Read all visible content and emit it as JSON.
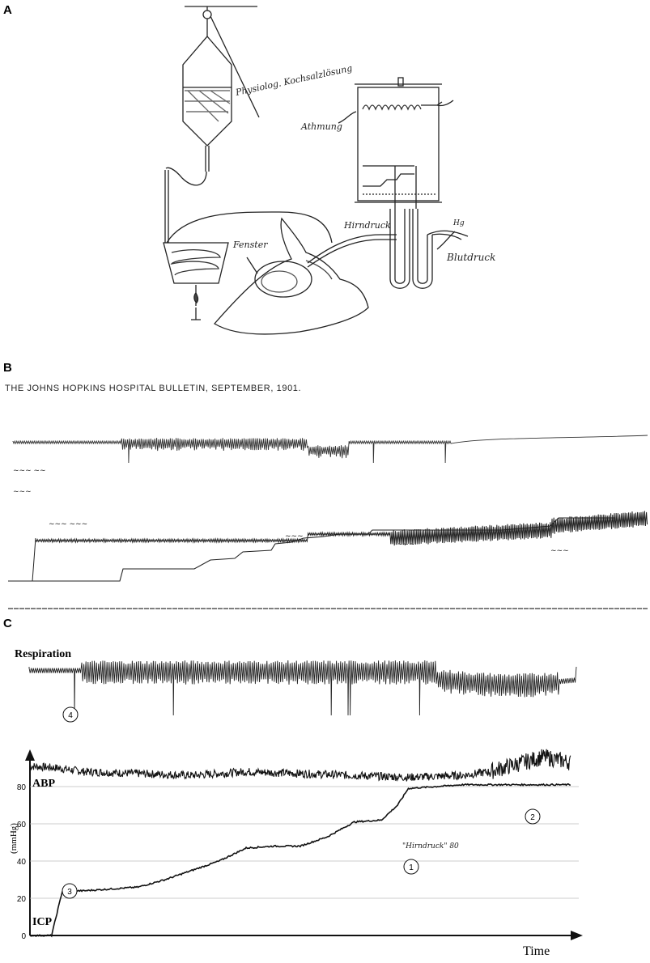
{
  "panels": {
    "a": "A",
    "b": "B",
    "c": "C"
  },
  "panel_a": {
    "labels": {
      "solution": "Physiolog. Kochsalzlösung",
      "window": "Fenster",
      "respiration": "Athmung",
      "brain_pressure": "Hirndruck",
      "blood_pressure": "Blutdruck",
      "hg": "Hg"
    }
  },
  "panel_b": {
    "header": "THE JOHNS HOPKINS HOSPITAL BULLETIN, SEPTEMBER, 1901."
  },
  "panel_c": {
    "respiration_label": "Respiration",
    "abp_label": "ABP",
    "icp_label": "ICP",
    "y_unit": "(mmHg)",
    "x_label": "Time",
    "markers": [
      "1",
      "2",
      "3",
      "4"
    ]
  },
  "chart_data": {
    "type": "line",
    "xlabel": "Time",
    "ylabel": "(mmHg)",
    "ylim": [
      0,
      100
    ],
    "yticks": [
      0,
      20,
      40,
      60,
      80
    ],
    "grid": true,
    "series": [
      {
        "name": "ABP",
        "x": [
          0,
          0.05,
          0.1,
          0.2,
          0.3,
          0.4,
          0.5,
          0.6,
          0.7,
          0.8,
          0.85,
          0.9,
          0.95,
          1.0
        ],
        "values": [
          91,
          90,
          88,
          87,
          86,
          88,
          87,
          86,
          85,
          86,
          88,
          92,
          96,
          93
        ]
      },
      {
        "name": "ICP",
        "x": [
          0,
          0.04,
          0.06,
          0.1,
          0.2,
          0.25,
          0.3,
          0.35,
          0.4,
          0.45,
          0.5,
          0.55,
          0.6,
          0.65,
          0.68,
          0.7,
          0.75,
          0.8,
          0.9,
          1.0
        ],
        "values": [
          0,
          0,
          24,
          24,
          26,
          30,
          35,
          40,
          47,
          48,
          48,
          53,
          61,
          62,
          70,
          79,
          80,
          81,
          81,
          81
        ]
      }
    ]
  }
}
